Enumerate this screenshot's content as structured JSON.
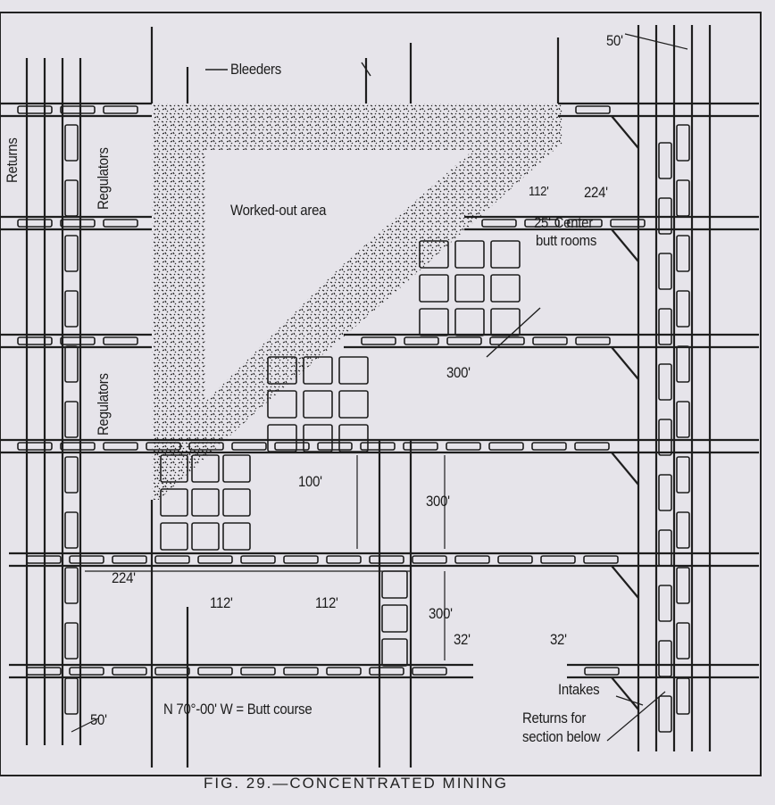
{
  "labels": {
    "bleeders": "Bleeders",
    "returns": "Returns",
    "regulators_top": "Regulators",
    "regulators_mid": "Regulators",
    "worked_out_area": "Worked-out area",
    "dim_112_top": "112'",
    "dim_224_top": "224'",
    "center_butt_rooms_line1": "25' Center",
    "center_butt_rooms_line2": "butt rooms",
    "dim_300_a": "300'",
    "dim_100": "100'",
    "dim_300_b": "300'",
    "dim_300_c": "300'",
    "dim_224_bottom": "224'",
    "dim_112_bottom_a": "112'",
    "dim_112_bottom_b": "112'",
    "dim_32_a": "32'",
    "dim_32_b": "32'",
    "dim_50_top": "50'",
    "dim_50_bottom": "50'",
    "butt_course": "N 70°-00' W = Butt course",
    "intakes": "Intakes",
    "returns_below_line1": "Returns for",
    "returns_below_line2": "section below"
  },
  "caption": "FIG. 29.—CONCENTRATED MINING"
}
